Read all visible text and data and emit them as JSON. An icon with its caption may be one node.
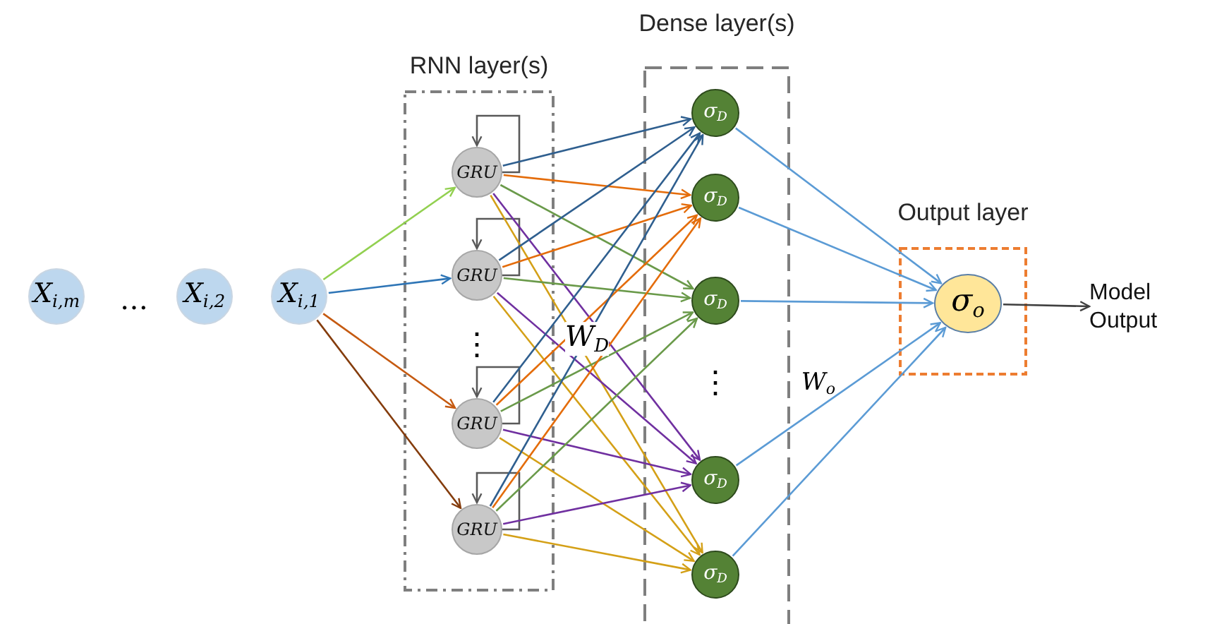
{
  "diagram": {
    "nodes": [
      {
        "text": [
          "X$_{i,m}$"
        ]
      },
      {
        "text": [
          "X$_{i,2}$"
        ]
      },
      {
        "text": [
          "X$_{i,1}$"
        ]
      },
      {
        "text": [
          "RNN layer(s)"
        ]
      },
      {
        "text": [
          "GRU"
        ],
        "in": 3
      },
      {
        "text": [
          "GRU"
        ],
        "in": 3
      },
      {
        "text": [
          "GRU"
        ],
        "in": 3
      },
      {
        "text": [
          "GRU"
        ],
        "in": 3
      },
      {
        "text": [
          "Dense layer(s)"
        ]
      },
      {
        "text": [
          "σ$_{D}$"
        ],
        "in": 8
      },
      {
        "text": [
          "σ$_{D}$"
        ],
        "in": 8
      },
      {
        "text": [
          "σ$_{D}$"
        ],
        "in": 8
      },
      {
        "text": [
          "σ$_{D}$"
        ],
        "in": 8
      },
      {
        "text": [
          "σ$_{D}$"
        ],
        "in": 8
      },
      {
        "text": [
          "Output layer"
        ]
      },
      {
        "text": [
          "σ$_{o}$"
        ],
        "in": 14
      },
      {
        "text": [
          "Model Output"
        ]
      }
    ],
    "edges": [
      {
        "from": 2,
        "to": 4,
        "arrow": "to",
        "color": "#92d050"
      },
      {
        "from": 2,
        "to": 5,
        "arrow": "to",
        "color": "#2e75b6"
      },
      {
        "from": 2,
        "to": 6,
        "arrow": "to",
        "color": "#c55a11"
      },
      {
        "from": 2,
        "to": 7,
        "arrow": "to",
        "color": "#843c0c"
      },
      {
        "from": 4,
        "to": 4,
        "arrow": "to",
        "color": "#595959"
      },
      {
        "from": 5,
        "to": 5,
        "arrow": "to",
        "color": "#595959"
      },
      {
        "from": 6,
        "to": 6,
        "arrow": "to",
        "color": "#595959"
      },
      {
        "from": 7,
        "to": 7,
        "arrow": "to",
        "color": "#595959"
      },
      {
        "from": 4,
        "to": 9,
        "arrow": "to",
        "color": "#2f5f8f"
      },
      {
        "from": 4,
        "to": 10,
        "arrow": "to",
        "color": "#e46c0a"
      },
      {
        "from": 4,
        "to": 11,
        "arrow": "to",
        "color": "#6a9a4a"
      },
      {
        "from": 4,
        "to": 12,
        "arrow": "to",
        "color": "#7030a0"
      },
      {
        "from": 4,
        "to": 13,
        "arrow": "to",
        "color": "#d4a017"
      },
      {
        "from": 5,
        "to": 9,
        "arrow": "to",
        "color": "#2f5f8f"
      },
      {
        "from": 5,
        "to": 10,
        "arrow": "to",
        "color": "#e46c0a"
      },
      {
        "from": 5,
        "to": 11,
        "arrow": "to",
        "color": "#6a9a4a"
      },
      {
        "from": 5,
        "to": 12,
        "arrow": "to",
        "color": "#7030a0"
      },
      {
        "from": 5,
        "to": 13,
        "arrow": "to",
        "color": "#d4a017"
      },
      {
        "from": 6,
        "to": 9,
        "arrow": "to",
        "color": "#2f5f8f"
      },
      {
        "from": 6,
        "to": 10,
        "arrow": "to",
        "color": "#e46c0a"
      },
      {
        "from": 6,
        "to": 11,
        "arrow": "to",
        "color": "#6a9a4a"
      },
      {
        "from": 6,
        "to": 12,
        "arrow": "to",
        "color": "#7030a0"
      },
      {
        "from": 6,
        "to": 13,
        "arrow": "to",
        "color": "#d4a017"
      },
      {
        "from": 7,
        "to": 9,
        "arrow": "to",
        "color": "#2f5f8f"
      },
      {
        "from": 7,
        "to": 10,
        "arrow": "to",
        "color": "#e46c0a"
      },
      {
        "from": 7,
        "to": 11,
        "arrow": "to",
        "color": "#6a9a4a"
      },
      {
        "from": 7,
        "to": 12,
        "arrow": "to",
        "color": "#7030a0"
      },
      {
        "from": 7,
        "to": 13,
        "arrow": "to",
        "color": "#d4a017"
      },
      {
        "from": 9,
        "to": 15,
        "arrow": "to",
        "color": "#5b9bd5"
      },
      {
        "from": 10,
        "to": 15,
        "arrow": "to",
        "color": "#5b9bd5"
      },
      {
        "from": 11,
        "to": 15,
        "arrow": "to",
        "color": "#5b9bd5"
      },
      {
        "from": 12,
        "to": 15,
        "arrow": "to",
        "color": "#5b9bd5"
      },
      {
        "from": 13,
        "to": 15,
        "arrow": "to",
        "color": "#5b9bd5"
      },
      {
        "from": 15,
        "to": 16,
        "arrow": "to",
        "color": "#404040"
      }
    ],
    "labels": [
      "…",
      "⋮",
      "W$_{D}$",
      "⋮",
      "W$_{o}$"
    ]
  }
}
